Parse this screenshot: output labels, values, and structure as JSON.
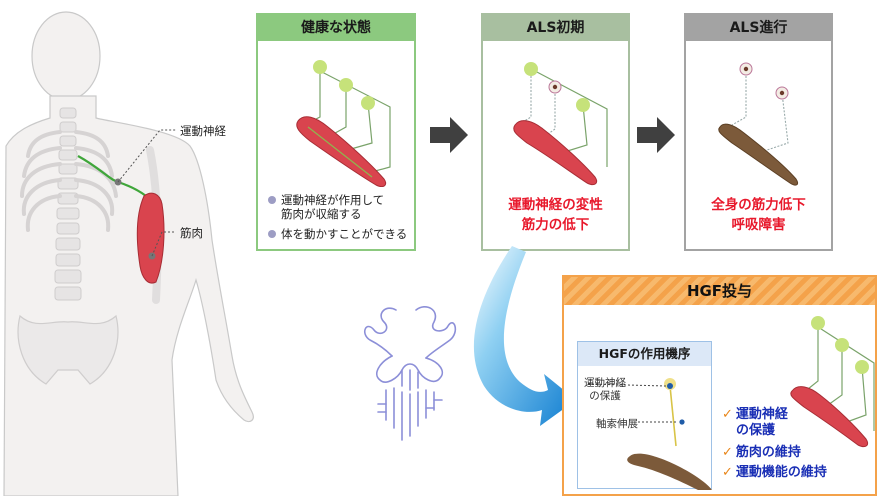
{
  "body_labels": {
    "motor_nerve": "運動神経",
    "muscle": "筋肉"
  },
  "stages": [
    {
      "title": "健康な状態",
      "bullets": [
        "運動神経が作用して",
        "筋肉が収縮する",
        "体を動かすことができる"
      ]
    },
    {
      "title": "ALS初期",
      "effects": [
        "運動神経の変性",
        "筋力の低下"
      ]
    },
    {
      "title": "ALS進行",
      "effects": [
        "全身の筋力低下",
        "呼吸障害"
      ]
    }
  ],
  "hgf": {
    "title": "HGF投与",
    "mechanism_title": "HGFの作用機序",
    "labels": {
      "protect_line1": "運動神経",
      "protect_line2": "の保護",
      "axon": "軸索伸展"
    },
    "benefits": [
      {
        "line1": "運動神経",
        "line2": "の保護"
      },
      {
        "line1": "筋肉の維持"
      },
      {
        "line1": "運動機能の維持"
      }
    ]
  },
  "colors": {
    "healthy_frame": "#8cc97f",
    "early_frame": "#a8bfa0",
    "progress_frame": "#a3a3a3",
    "hgf_frame": "#f4a24a",
    "effect_text": "#e8192c",
    "benefit_text": "#1a2fb5",
    "check": "#e8861a",
    "flow_arrow": "#1f8fd6"
  },
  "icons": {
    "stage_arrow": "right-arrow-icon",
    "flow_arrow": "curved-arrow-icon",
    "check": "check-icon"
  }
}
